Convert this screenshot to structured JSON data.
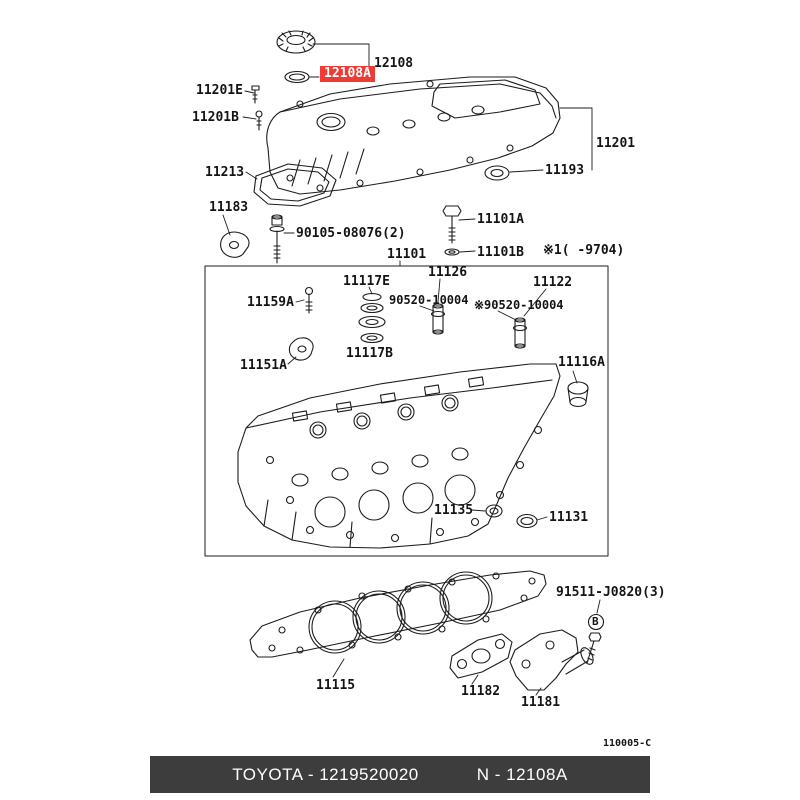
{
  "colors": {
    "highlight_red": "#ee3b33",
    "footer_bar": "#3d3d3d",
    "line_ink": "#1c1c1c"
  },
  "labels": [
    {
      "id": "12108",
      "text": "12108"
    },
    {
      "id": "12108A",
      "text": "12108A"
    },
    {
      "id": "11201E",
      "text": "11201E"
    },
    {
      "id": "11201B",
      "text": "11201B"
    },
    {
      "id": "11213",
      "text": "11213"
    },
    {
      "id": "11183",
      "text": "11183"
    },
    {
      "id": "90105",
      "text": "90105-08076(2)"
    },
    {
      "id": "11201",
      "text": "11201"
    },
    {
      "id": "11193",
      "text": "11193"
    },
    {
      "id": "11101A",
      "text": "11101A"
    },
    {
      "id": "11101",
      "text": "11101"
    },
    {
      "id": "11101B",
      "text": "11101B"
    },
    {
      "id": "note1",
      "text": "※1( -9704)"
    },
    {
      "id": "11117E",
      "text": "11117E"
    },
    {
      "id": "11126",
      "text": "11126"
    },
    {
      "id": "11122",
      "text": "11122"
    },
    {
      "id": "11159A",
      "text": "11159A"
    },
    {
      "id": "90520L",
      "text": "90520-10004"
    },
    {
      "id": "90520R",
      "text": "※90520-10004"
    },
    {
      "id": "11117B",
      "text": "11117B"
    },
    {
      "id": "11151A",
      "text": "11151A"
    },
    {
      "id": "11116A",
      "text": "11116A"
    },
    {
      "id": "11135",
      "text": "11135"
    },
    {
      "id": "11131",
      "text": "11131"
    },
    {
      "id": "11115",
      "text": "11115"
    },
    {
      "id": "91511",
      "text": "91511-J0820(3)"
    },
    {
      "id": "11182",
      "text": "11182"
    },
    {
      "id": "11181",
      "text": "11181"
    }
  ],
  "symbols": {
    "circled_b": "B"
  },
  "diagram_code": "110005-C",
  "footer": {
    "left_text": "TOYOTA - 1219520020",
    "right_text": "N - 12108A"
  }
}
